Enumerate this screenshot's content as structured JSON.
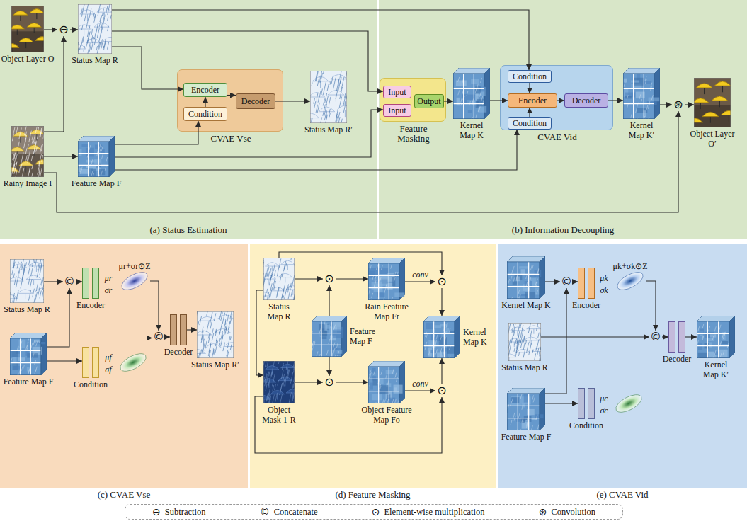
{
  "diagram": {
    "nodes": [
      {
        "text": [
          "(a) Status Estimation"
        ]
      },
      {
        "text": [
          "(b) Information Decoupling"
        ]
      },
      {
        "text": [
          "Object Layer O"
        ],
        "in": 0
      },
      {
        "text": [
          "⊖"
        ],
        "in": 0
      },
      {
        "text": [
          "Status Map R"
        ],
        "in": 0
      },
      {
        "text": [
          "Rainy Image I"
        ],
        "in": 0
      },
      {
        "text": [
          "Feature Map F"
        ],
        "in": 0
      },
      {
        "text": [
          "CVAE Vse"
        ],
        "in": 0
      },
      {
        "text": [
          "Encoder"
        ],
        "in": 7
      },
      {
        "text": [
          "Condition"
        ],
        "in": 7
      },
      {
        "text": [
          "Decoder"
        ],
        "in": 7
      },
      {
        "text": [
          "Status Map R′"
        ],
        "in": 0
      },
      {
        "text": [
          "Feature Masking"
        ],
        "in": 1
      },
      {
        "text": [
          "Input"
        ],
        "in": 12
      },
      {
        "text": [
          "Input"
        ],
        "in": 12
      },
      {
        "text": [
          "Output"
        ],
        "in": 12
      },
      {
        "text": [
          "Kernel Map K"
        ],
        "in": 1
      },
      {
        "text": [
          "CVAE Vid"
        ],
        "in": 1
      },
      {
        "text": [
          "Condition"
        ],
        "in": 17
      },
      {
        "text": [
          "Encoder"
        ],
        "in": 17
      },
      {
        "text": [
          "Condition"
        ],
        "in": 17
      },
      {
        "text": [
          "Decoder"
        ],
        "in": 17
      },
      {
        "text": [
          "Kernel Map K′"
        ],
        "in": 1
      },
      {
        "text": [
          "⊛"
        ],
        "in": 1
      },
      {
        "text": [
          "Object Layer O′"
        ],
        "in": 1
      },
      {
        "text": [
          "(c) CVAE Vse"
        ]
      },
      {
        "text": [
          "Status Map R"
        ],
        "in": 25
      },
      {
        "text": [
          "Feature Map F"
        ],
        "in": 25
      },
      {
        "text": [
          "©"
        ],
        "in": 25
      },
      {
        "text": [
          "Encoder"
        ],
        "in": 25
      },
      {
        "text": [
          "μr+σr⊙Z"
        ],
        "in": 25
      },
      {
        "text": [
          "Condition"
        ],
        "in": 25
      },
      {
        "text": [
          "©"
        ],
        "in": 25
      },
      {
        "text": [
          "Decoder"
        ],
        "in": 25
      },
      {
        "text": [
          "Status Map R′"
        ],
        "in": 25
      },
      {
        "text": [
          "(d) Feature Masking"
        ]
      },
      {
        "text": [
          "Status Map R"
        ],
        "in": 35
      },
      {
        "text": [
          "Object Mask 1-R"
        ],
        "in": 35
      },
      {
        "text": [
          "Feature Map F"
        ],
        "in": 35
      },
      {
        "text": [
          "⊙"
        ],
        "in": 35
      },
      {
        "text": [
          "Rain Feature Map Fr"
        ],
        "in": 35
      },
      {
        "text": [
          "⊙"
        ],
        "in": 35
      },
      {
        "text": [
          "Object Feature Map Fo"
        ],
        "in": 35
      },
      {
        "text": [
          "⊙"
        ],
        "in": 35
      },
      {
        "text": [
          "Kernel Map K"
        ],
        "in": 35
      },
      {
        "text": [
          "⊙"
        ],
        "in": 35
      },
      {
        "text": [
          "(e) CVAE Vid"
        ]
      },
      {
        "text": [
          "Kernel Map K"
        ],
        "in": 46
      },
      {
        "text": [
          "Status Map R"
        ],
        "in": 46
      },
      {
        "text": [
          "Feature Map F"
        ],
        "in": 46
      },
      {
        "text": [
          "©"
        ],
        "in": 46
      },
      {
        "text": [
          "Encoder"
        ],
        "in": 46
      },
      {
        "text": [
          "μk+σk⊙Z"
        ],
        "in": 46
      },
      {
        "text": [
          "Condition"
        ],
        "in": 46
      },
      {
        "text": [
          "©"
        ],
        "in": 46
      },
      {
        "text": [
          "Decoder"
        ],
        "in": 46
      },
      {
        "text": [
          "Kernel Map K′"
        ],
        "in": 46
      }
    ],
    "edges": [
      {
        "from": 2,
        "to": 3,
        "arrow": "to"
      },
      {
        "from": 5,
        "to": 3,
        "arrow": "to"
      },
      {
        "from": 3,
        "to": 4,
        "arrow": "to"
      },
      {
        "from": 4,
        "to": 8,
        "arrow": "to"
      },
      {
        "from": 4,
        "to": 13,
        "arrow": "to"
      },
      {
        "from": 4,
        "to": 18,
        "arrow": "to"
      },
      {
        "from": 5,
        "to": 6,
        "arrow": "to"
      },
      {
        "from": 6,
        "to": 9,
        "arrow": "to"
      },
      {
        "from": 6,
        "to": 14,
        "arrow": "to"
      },
      {
        "from": 6,
        "to": 20,
        "arrow": "to"
      },
      {
        "from": 9,
        "to": 8,
        "arrow": "to"
      },
      {
        "from": 8,
        "to": 10,
        "arrow": "to"
      },
      {
        "from": 10,
        "to": 11,
        "arrow": "to"
      },
      {
        "from": 15,
        "to": 16,
        "arrow": "to"
      },
      {
        "from": 16,
        "to": 19,
        "arrow": "to"
      },
      {
        "from": 18,
        "to": 19,
        "arrow": "to"
      },
      {
        "from": 20,
        "to": 19,
        "arrow": "to"
      },
      {
        "from": 19,
        "to": 21,
        "arrow": "to"
      },
      {
        "from": 21,
        "to": 22,
        "arrow": "to"
      },
      {
        "from": 22,
        "to": 23,
        "arrow": "to"
      },
      {
        "from": 5,
        "to": 23,
        "arrow": "to"
      },
      {
        "from": 23,
        "to": 24,
        "arrow": "to"
      },
      {
        "from": 26,
        "to": 28,
        "arrow": "to"
      },
      {
        "from": 27,
        "to": 28,
        "arrow": "to"
      },
      {
        "from": 27,
        "to": 31,
        "arrow": "to"
      },
      {
        "from": 27,
        "to": 32,
        "arrow": "to"
      },
      {
        "from": 28,
        "to": 29,
        "arrow": "to"
      },
      {
        "from": 30,
        "to": 32,
        "arrow": "to"
      },
      {
        "from": 32,
        "to": 33,
        "arrow": "to"
      },
      {
        "from": 33,
        "to": 34,
        "arrow": "to"
      },
      {
        "from": 36,
        "to": 39,
        "arrow": "to"
      },
      {
        "from": 38,
        "to": 39,
        "arrow": "to"
      },
      {
        "from": 36,
        "to": 37,
        "arrow": "to"
      },
      {
        "from": 37,
        "to": 41,
        "arrow": "to"
      },
      {
        "from": 38,
        "to": 41,
        "arrow": "to"
      },
      {
        "from": 39,
        "to": 40,
        "arrow": "to"
      },
      {
        "from": 41,
        "to": 42,
        "arrow": "to"
      },
      {
        "from": 40,
        "to": 43,
        "label": "conv",
        "arrow": "to"
      },
      {
        "from": 36,
        "to": 43,
        "arrow": "to"
      },
      {
        "from": 42,
        "to": 45,
        "label": "conv",
        "arrow": "to"
      },
      {
        "from": 37,
        "to": 45,
        "arrow": "to"
      },
      {
        "from": 43,
        "to": 44,
        "arrow": "to"
      },
      {
        "from": 45,
        "to": 44,
        "arrow": "to"
      },
      {
        "from": 47,
        "to": 50,
        "arrow": "to"
      },
      {
        "from": 49,
        "to": 50,
        "arrow": "to"
      },
      {
        "from": 49,
        "to": 53,
        "arrow": "to"
      },
      {
        "from": 48,
        "to": 54,
        "arrow": "to"
      },
      {
        "from": 50,
        "to": 51,
        "arrow": "to"
      },
      {
        "from": 52,
        "to": 54,
        "arrow": "to"
      },
      {
        "from": 54,
        "to": 55,
        "arrow": "to"
      },
      {
        "from": 55,
        "to": 56,
        "arrow": "to"
      }
    ],
    "labels": [
      "μr",
      "σr",
      "μf",
      "σf",
      "μk",
      "σk",
      "μc",
      "σc",
      "⊖",
      "©",
      "⊙",
      "⊛"
    ],
    "legend": [
      {
        "text": "Subtraction"
      },
      {
        "text": "Concatenate"
      },
      {
        "text": "Element-wise multiplication"
      },
      {
        "text": "Convolution"
      }
    ]
  }
}
